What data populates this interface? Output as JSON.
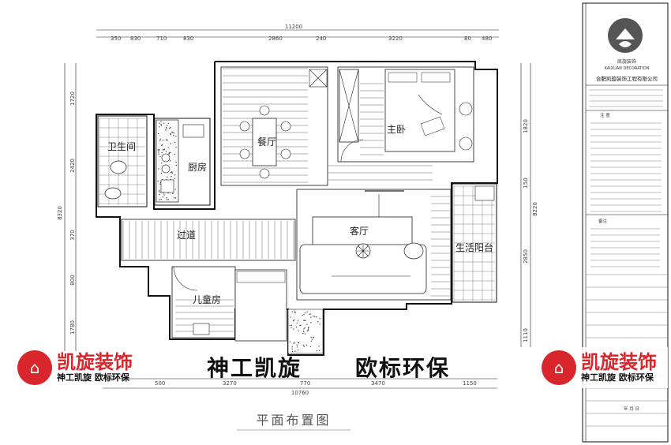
{
  "drawing": {
    "title": "平面布置图",
    "total_width_top": "11200",
    "total_width_bottom": "10760",
    "top_dims": [
      "350",
      "830",
      "710",
      "830",
      "2860",
      "240",
      "3220",
      "80",
      "480"
    ],
    "bottom_dims": [
      "500",
      "3270",
      "770",
      "3470",
      "1150"
    ],
    "left_dims": [
      "1720",
      "2420",
      "370",
      "800",
      "1780"
    ],
    "left_total": "8320",
    "right_dims": [
      "1820",
      "150",
      "2850",
      "1110"
    ],
    "right_total": "8220"
  },
  "rooms": {
    "bathroom": "卫生间",
    "kitchen": "厨房",
    "dining": "餐厅",
    "master_bedroom": "主卧",
    "hallway": "过道",
    "living_room": "客厅",
    "utility_balcony": "生活阳台",
    "kids_room": "儿童房"
  },
  "company": {
    "name": "合肥凯旋装饰工程有限公司",
    "logo_cn": "凯旋装饰",
    "logo_en": "KAIXUAN DECORATION"
  },
  "banners": {
    "brand": "凯旋装饰",
    "brand_sub": "神工凯旋 欧标环保",
    "slogan_left": "神工凯旋",
    "slogan_right": "欧标环保"
  },
  "title_block": {
    "notes_label": "注 意",
    "remarks_label": "备注",
    "date_label": "年    月    日",
    "colors": {
      "banner_red": "#d9262c",
      "logo_gray": "#555555"
    }
  }
}
